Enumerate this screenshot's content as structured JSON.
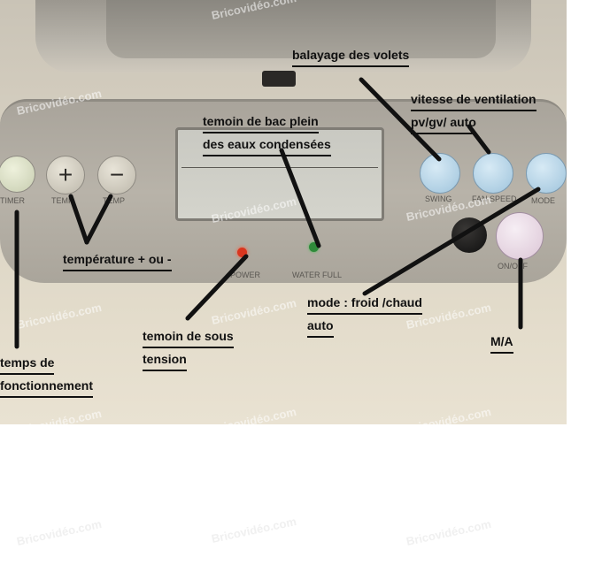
{
  "watermark": "Bricovidéo.com",
  "colors": {
    "annotation": "#111111",
    "power_led": "#d9361f",
    "water_full_led": "#2f8a3a"
  },
  "panel_labels": {
    "timer": "TIMER",
    "temp_up": "TEMP",
    "temp_down": "TEMP",
    "swing": "SWING",
    "fan_speed": "FAN SPEED",
    "mode": "MODE",
    "power": "POWER",
    "water_full": "WATER FULL",
    "on_off": "ON/OFF"
  },
  "button_glyphs": {
    "plus": "+",
    "minus": "−"
  },
  "annotations": {
    "balayage": [
      "balayage des volets"
    ],
    "vitesse": [
      "vitesse de ventilation",
      "pv/gv/ auto"
    ],
    "bac": [
      "temoin de bac plein",
      "des eaux condensées"
    ],
    "temperature": [
      "température + ou -"
    ],
    "mode": [
      "mode : froid /chaud",
      "auto"
    ],
    "sous_tension": [
      "temoin de sous",
      "tension"
    ],
    "ma": [
      "M/A"
    ],
    "fonctionnement": [
      "temps de",
      "fonctionnement"
    ]
  }
}
